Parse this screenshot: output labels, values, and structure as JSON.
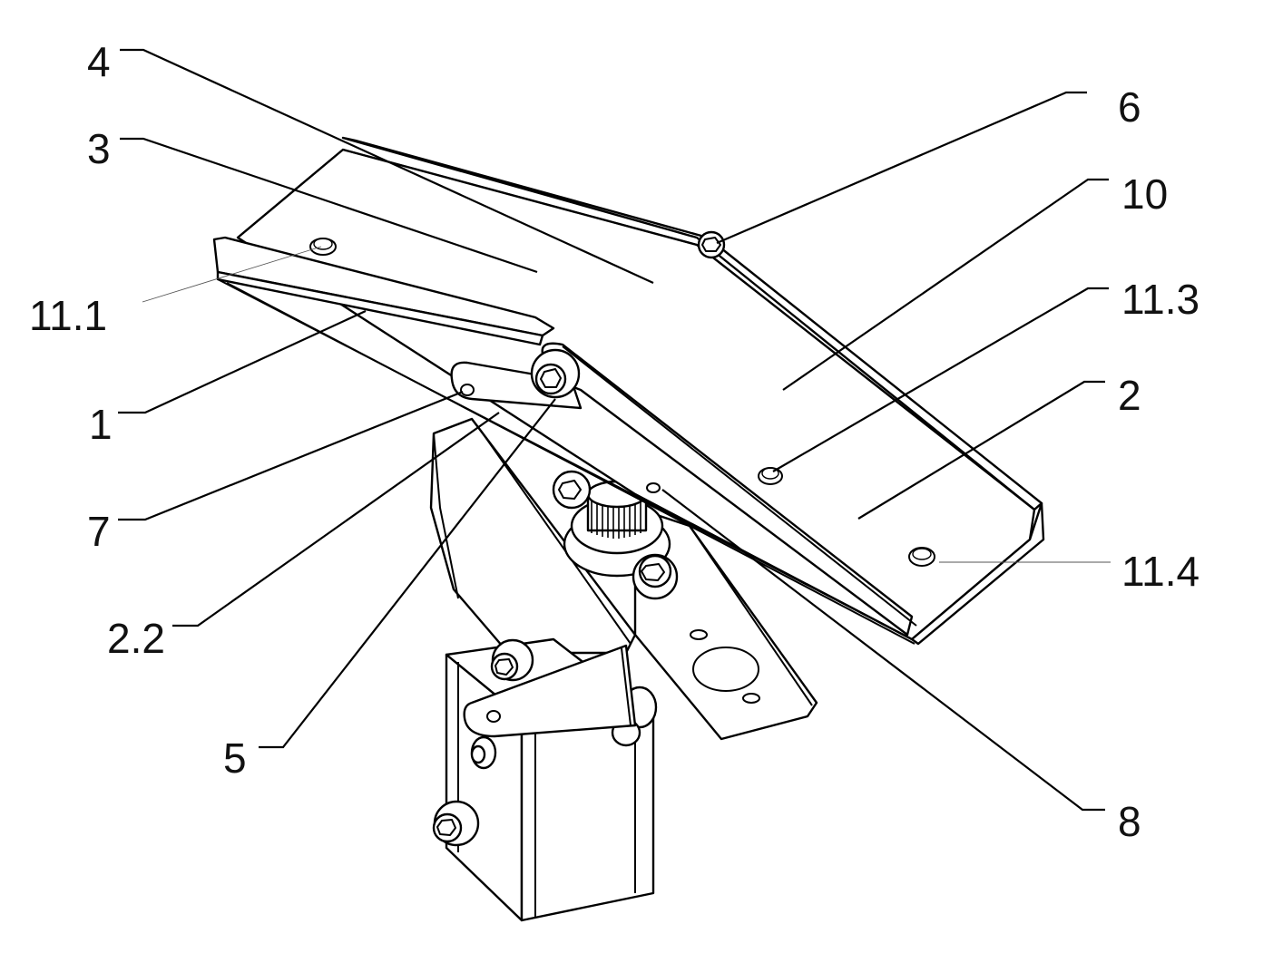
{
  "figure": {
    "labels": {
      "l4": "4",
      "l3": "3",
      "l6": "6",
      "l10": "10",
      "l11_3": "11.3",
      "l11_1": "11.1",
      "l1": "1",
      "l2": "2",
      "l7": "7",
      "l11_4": "11.4",
      "l2_2": "2.2",
      "l5": "5",
      "l8": "8"
    }
  }
}
